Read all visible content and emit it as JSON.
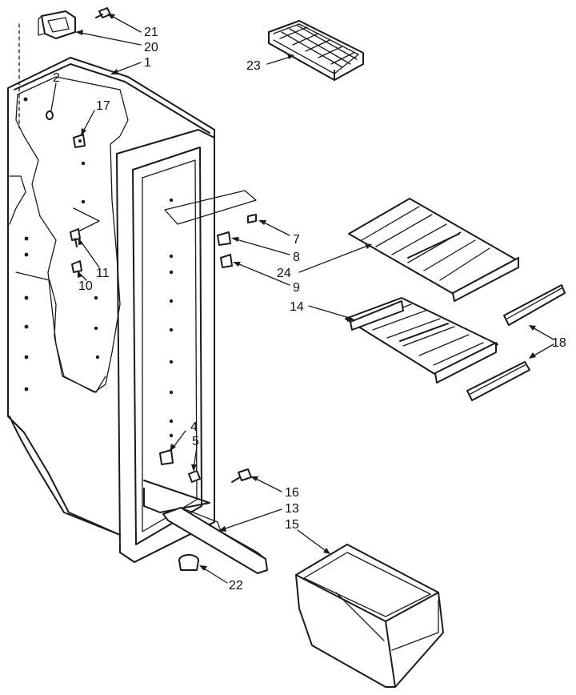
{
  "diagram": {
    "callouts": [
      {
        "id": "c21",
        "text": "21"
      },
      {
        "id": "c20",
        "text": "20"
      },
      {
        "id": "c1",
        "text": "1"
      },
      {
        "id": "c2",
        "text": "2"
      },
      {
        "id": "c17",
        "text": "17"
      },
      {
        "id": "c23",
        "text": "23"
      },
      {
        "id": "c7",
        "text": "7"
      },
      {
        "id": "c8",
        "text": "8"
      },
      {
        "id": "c24",
        "text": "24"
      },
      {
        "id": "c9",
        "text": "9"
      },
      {
        "id": "c11",
        "text": "11"
      },
      {
        "id": "c10",
        "text": "10"
      },
      {
        "id": "c14",
        "text": "14"
      },
      {
        "id": "c18",
        "text": "18"
      },
      {
        "id": "c4",
        "text": "4"
      },
      {
        "id": "c5",
        "text": "5"
      },
      {
        "id": "c16",
        "text": "16"
      },
      {
        "id": "c13",
        "text": "13"
      },
      {
        "id": "c15",
        "text": "15"
      },
      {
        "id": "c22",
        "text": "22"
      }
    ],
    "colors": {
      "ink": "#1a1a1a",
      "paper": "#ffffff"
    }
  }
}
